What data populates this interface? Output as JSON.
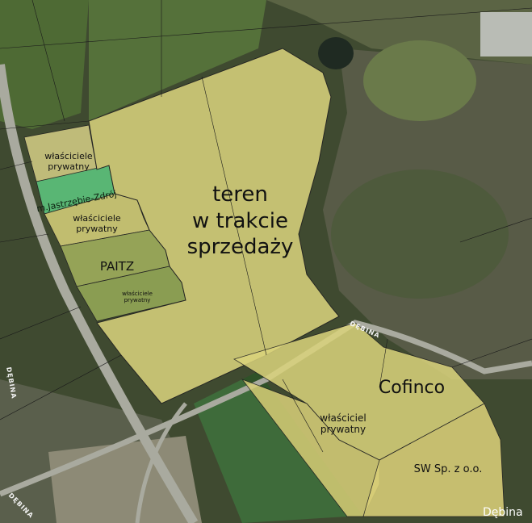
{
  "map": {
    "labels": {
      "owners_top": "właściciele\nprywatny",
      "municipality": "m.Jastrzębie-Zdrój",
      "owners_middle": "właściciele\nprywatny",
      "paitz": "PAITZ",
      "owners_small": "właściciele\nprywatny",
      "main_parcel": "teren\nw trakcie\nsprzedaży",
      "cofinco": "Cofinco",
      "owner_private": "właściciel\nprywatny",
      "sw": "SW Sp. z o.o.",
      "road_debina_1": "DĘBINA",
      "road_debina_2": "DĘBINA",
      "road_debina_3": "DĘBINA",
      "corner_place": "Dębina"
    },
    "colors": {
      "parcel_yellow": "#d8d27a",
      "parcel_green": "#7fa24a",
      "municipality_fill": "#5cc07a",
      "imagery_dark": "#3a4a2a",
      "road": "#9a9a90"
    }
  }
}
